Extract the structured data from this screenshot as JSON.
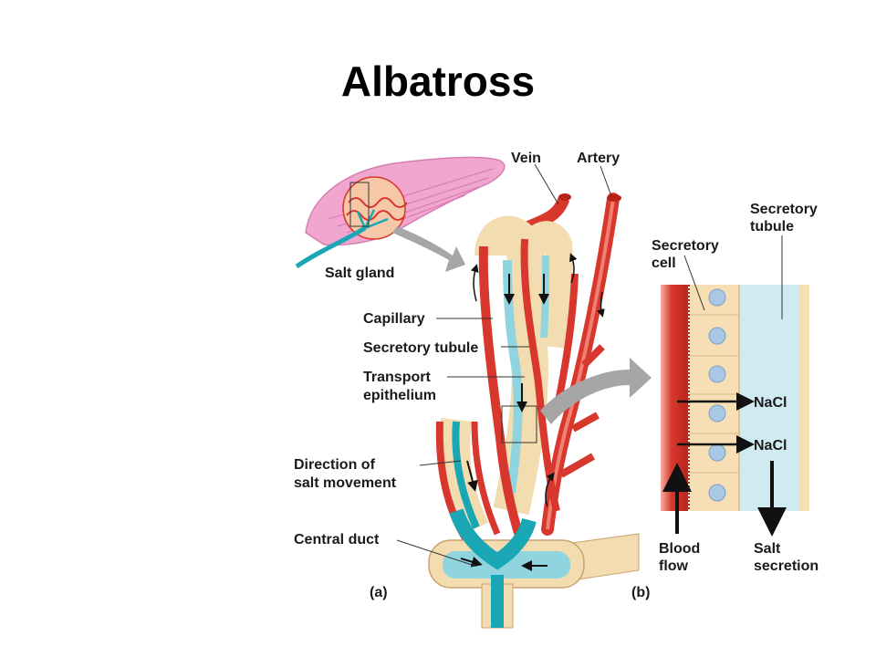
{
  "title": "Albatross",
  "labels": {
    "vein": "Vein",
    "artery": "Artery",
    "salt_gland": "Salt gland",
    "capillary": "Capillary",
    "secretory_tubule": "Secretory tubule",
    "transport_epithelium_1": "Transport",
    "transport_epithelium_2": "epithelium",
    "direction_1": "Direction of",
    "direction_2": "salt movement",
    "central_duct": "Central duct",
    "panel_a": "(a)",
    "panel_b": "(b)",
    "b_secretory_tubule_1": "Secretory",
    "b_secretory_tubule_2": "tubule",
    "b_secretory_cell_1": "Secretory",
    "b_secretory_cell_2": "cell",
    "nacl_1": "NaCl",
    "nacl_2": "NaCl",
    "blood_flow_1": "Blood",
    "blood_flow_2": "flow",
    "salt_secretion_1": "Salt",
    "salt_secretion_2": "secretion"
  },
  "colors": {
    "vessel_red": "#d8372d",
    "vessel_light": "#ee8a78",
    "epithelium": "#f3dcb0",
    "lumen": "#8fd4de",
    "duct_teal": "#1aa7b5",
    "gland_pink": "#f1a6d0",
    "arrow_gray": "#a6a6a6"
  }
}
